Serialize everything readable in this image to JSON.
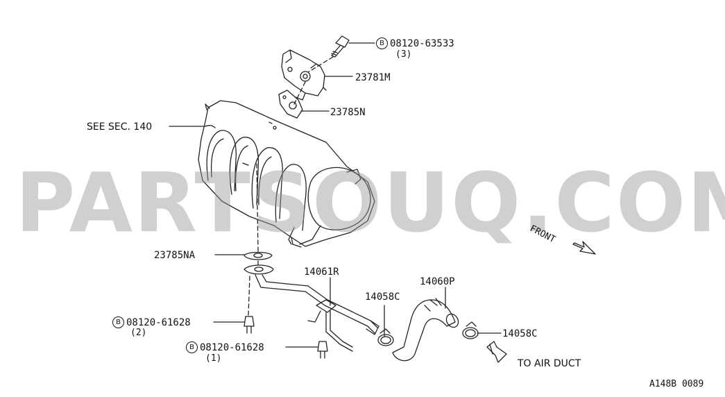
{
  "diagram": {
    "watermark": "PARTSOUQ.COM",
    "front_label": "FRONT",
    "see_section": "SEE SEC. 140",
    "to_air_duct": "TO AIR DUCT",
    "drawing_code": "A148B 0089",
    "bolt_symbol": "B",
    "parts": [
      {
        "id": "bolt_top",
        "code": "08120-63533",
        "qty": "(3)"
      },
      {
        "id": "valve",
        "code": "23781M"
      },
      {
        "id": "gasket_top",
        "code": "23785N"
      },
      {
        "id": "gasket_bottom",
        "code": "23785NA"
      },
      {
        "id": "pipe",
        "code": "14061R"
      },
      {
        "id": "clamp_left",
        "code": "14058C"
      },
      {
        "id": "hose",
        "code": "14060P"
      },
      {
        "id": "clamp_right",
        "code": "14058C"
      },
      {
        "id": "bolt_mid",
        "code": "08120-61628",
        "qty": "(2)"
      },
      {
        "id": "bolt_low",
        "code": "08120-61628",
        "qty": "(1)"
      }
    ]
  }
}
